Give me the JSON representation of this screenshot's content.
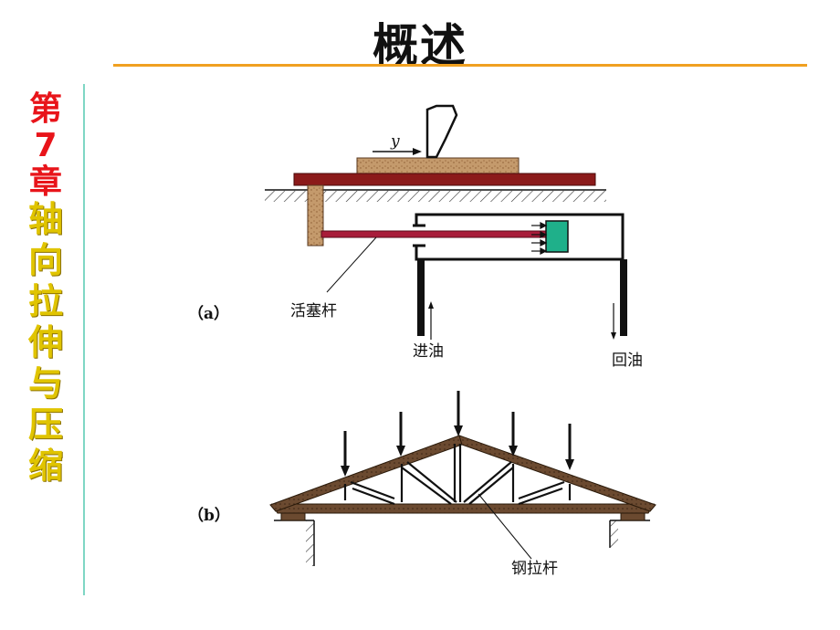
{
  "slide": {
    "title": "概述",
    "chapter_label": "第7章",
    "chapter_title": "轴向拉伸与压缩"
  },
  "figure_a": {
    "panel_label": "（a）",
    "motion_label": "y",
    "rod_label": "活塞杆",
    "oil_in_label": "进油",
    "oil_out_label": "回油"
  },
  "figure_b": {
    "panel_label": "（b）",
    "tie_rod_label": "钢拉杆"
  },
  "colors": {
    "accent_rule": "#f0a020",
    "side_rule": "#7fd6c4",
    "chapter_red": "#e8141a",
    "chapter_gold": "#e0c400",
    "table_red": "#8b1a1a",
    "wood": "#c49a6c",
    "piston_green": "#1fb08a"
  }
}
